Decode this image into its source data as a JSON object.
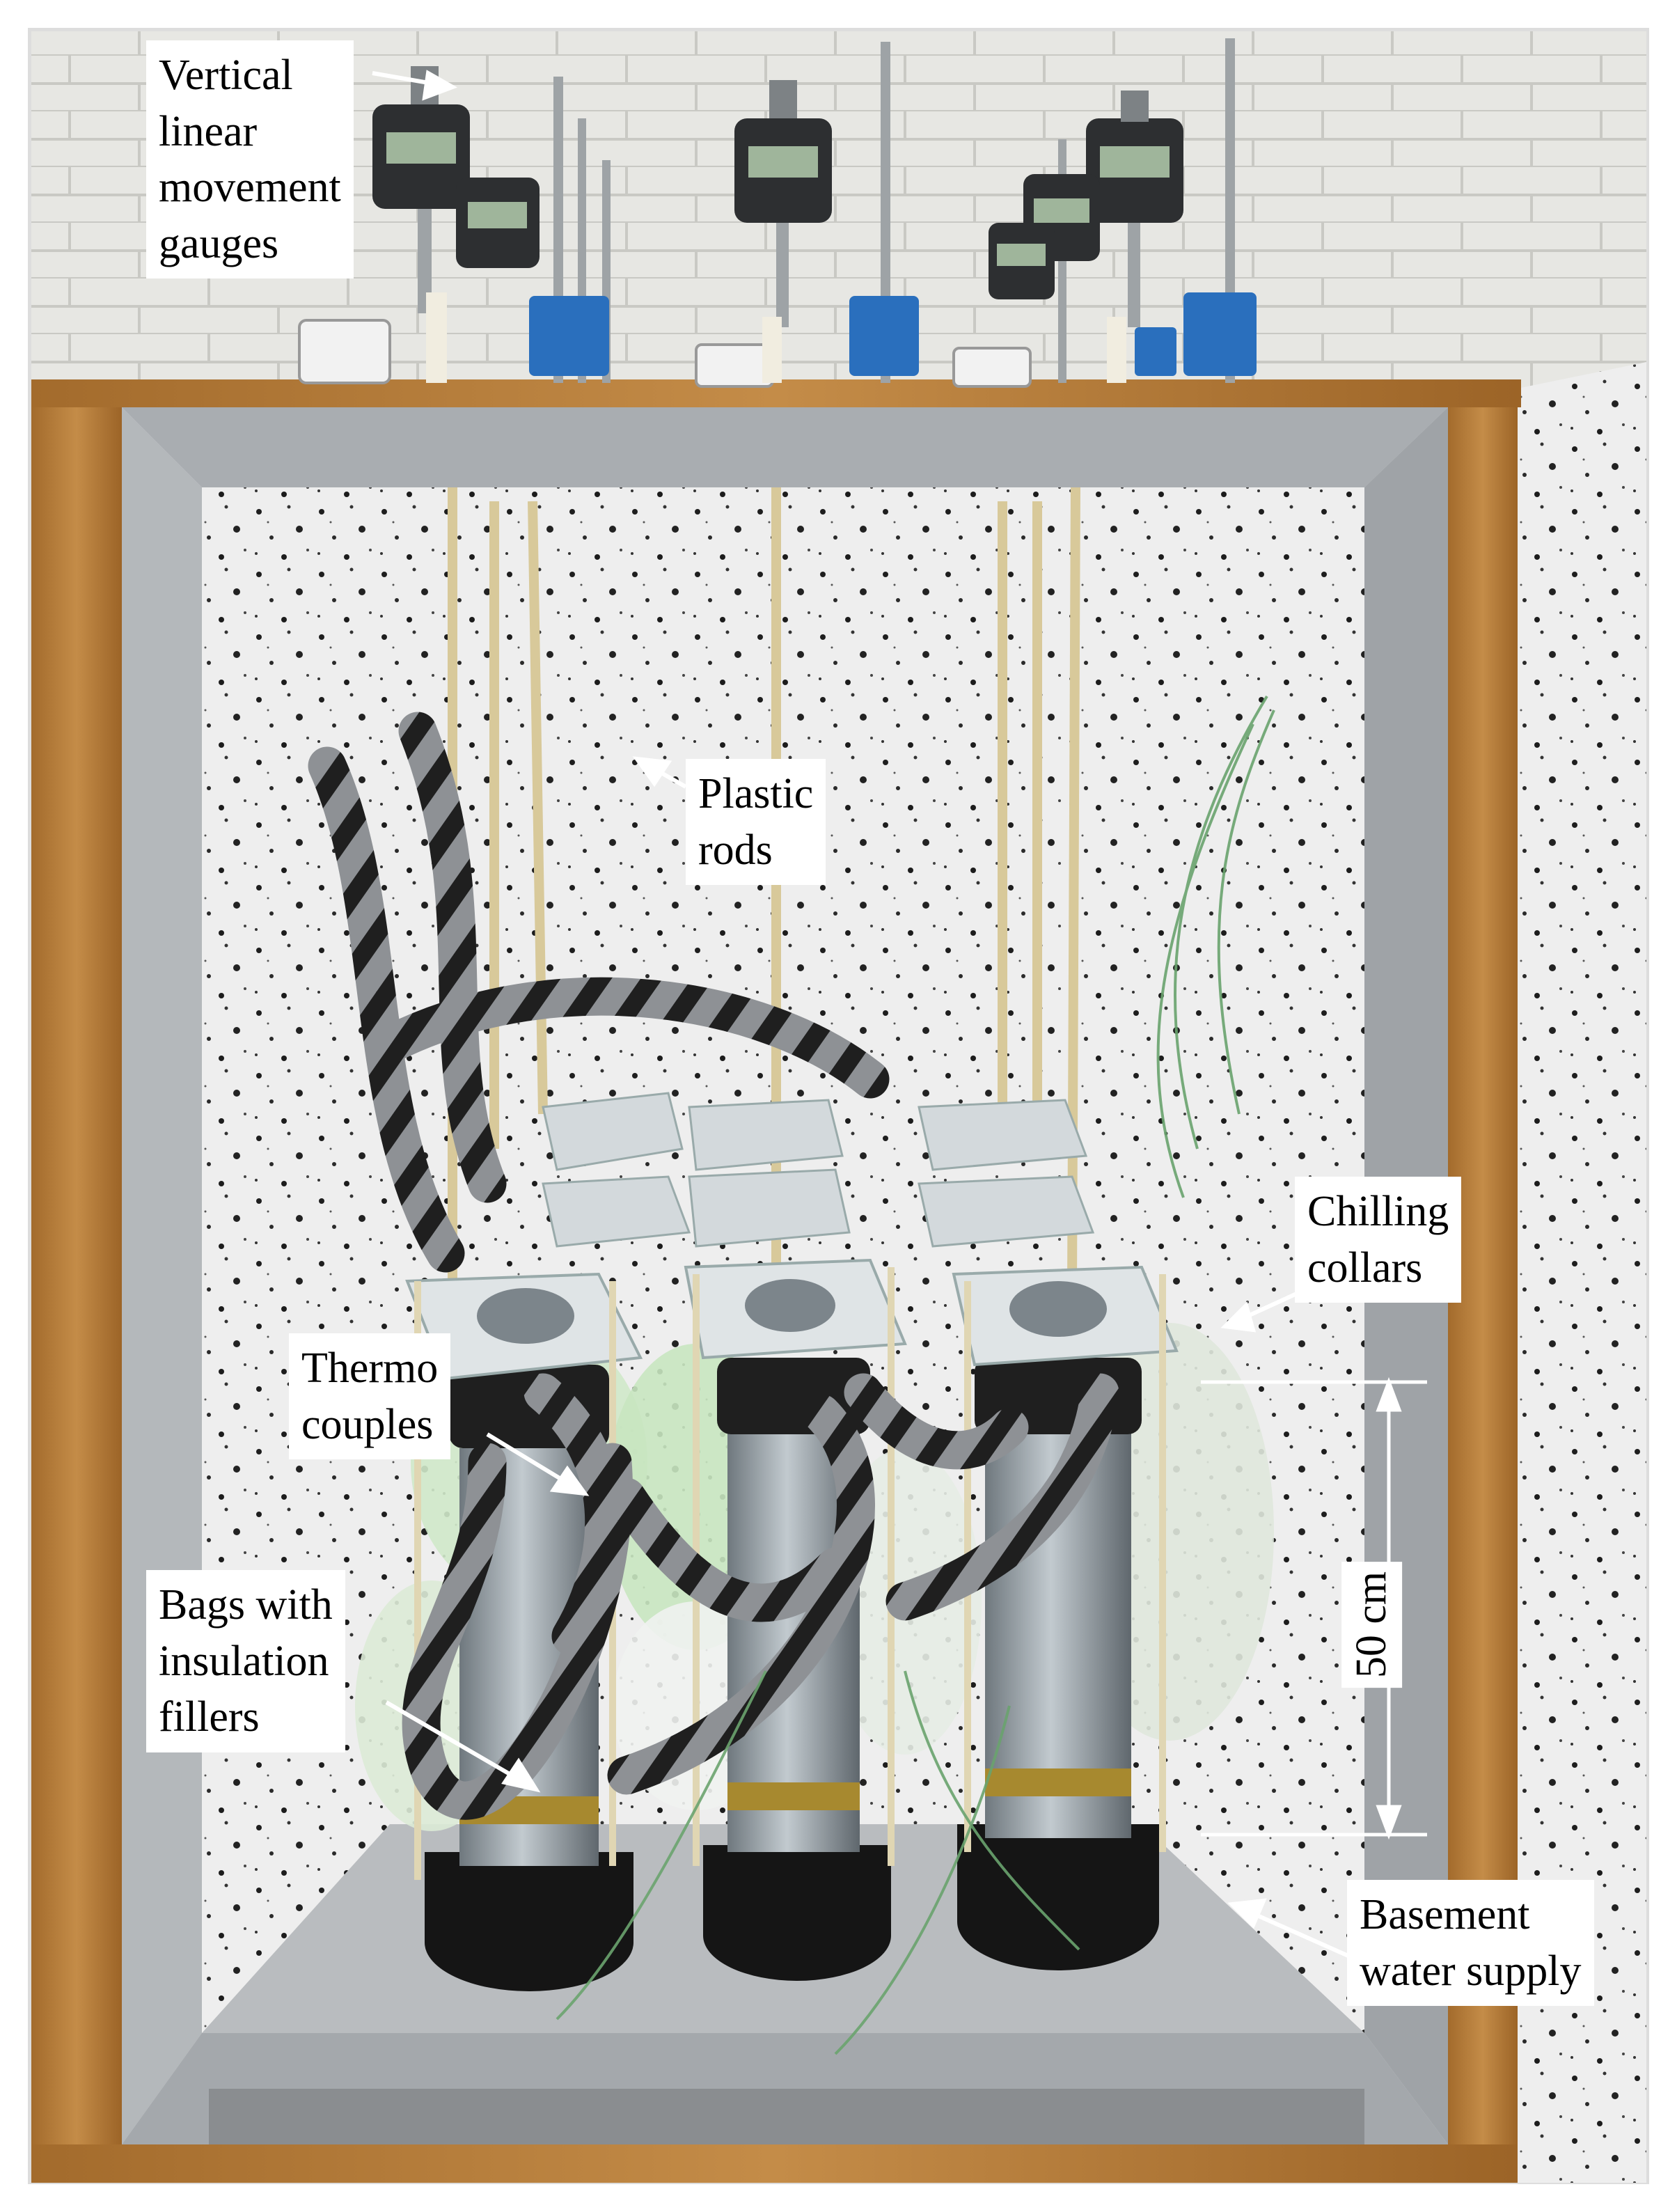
{
  "labels": {
    "gauges": [
      "Vertical",
      "linear",
      "movement",
      "gauges"
    ],
    "rods": [
      "Plastic",
      "rods"
    ],
    "collars": [
      "Chilling",
      "collars"
    ],
    "thermocouples": [
      "Thermo",
      "couples"
    ],
    "bags": [
      "Bags with",
      "insulation",
      "fillers"
    ],
    "basement": [
      "Basement",
      "water supply"
    ],
    "dimension": "50 cm"
  },
  "colors": {
    "wall_brick": "#e6e6e2",
    "cabinet_wood": "#b07a3a",
    "foam_insulation": "#ededed",
    "aluminium_tape": "#a9adb1",
    "hose_dark": "#2b2b2b",
    "hose_light": "#8f9296",
    "rod": "#d8c99a",
    "acrylic": "#d7dde0",
    "base_black": "#151515",
    "annotation": "#ffffff"
  }
}
